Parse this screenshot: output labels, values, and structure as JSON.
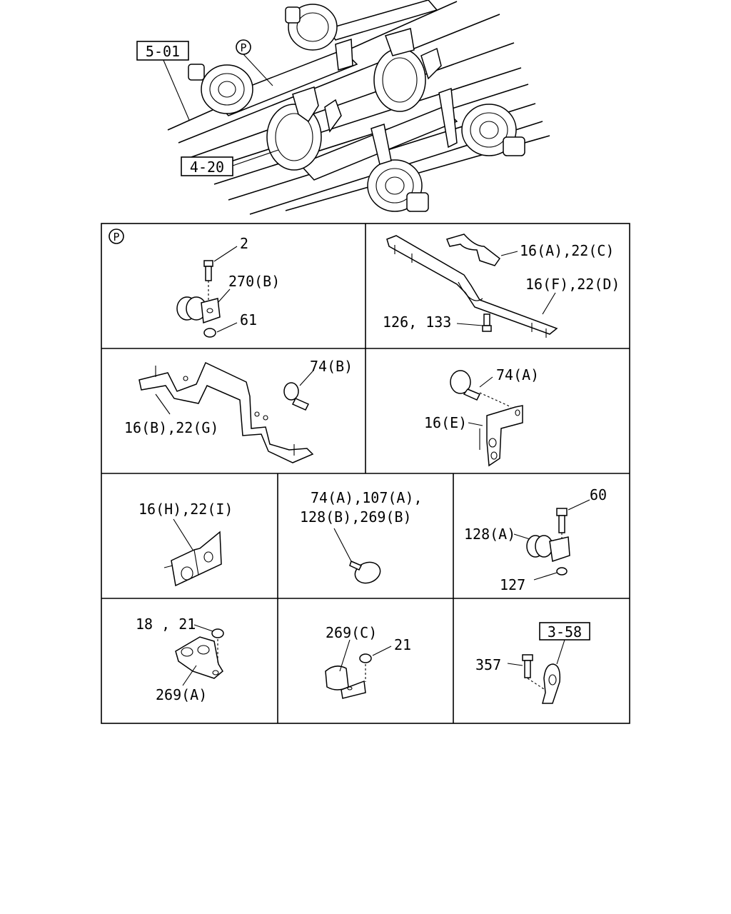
{
  "overview": {
    "refs": [
      "5-01",
      "4-20"
    ],
    "marker": "P"
  },
  "panels": [
    {
      "id": "p1",
      "marker": "P",
      "callouts": [
        "2",
        "270(B)",
        "61"
      ]
    },
    {
      "id": "p2",
      "callouts": [
        "16(A),22(C)",
        "16(F),22(D)",
        "126, 133"
      ]
    },
    {
      "id": "p3",
      "callouts": [
        "74(B)",
        "16(B),22(G)"
      ]
    },
    {
      "id": "p4",
      "callouts": [
        "74(A)",
        "16(E)"
      ]
    },
    {
      "id": "p5",
      "callouts": [
        "16(H),22(I)"
      ]
    },
    {
      "id": "p6",
      "callouts": [
        "74(A),107(A),",
        "128(B),269(B)"
      ]
    },
    {
      "id": "p7",
      "callouts": [
        "60",
        "128(A)",
        "127"
      ]
    },
    {
      "id": "p8",
      "callouts": [
        "18 , 21",
        "269(A)"
      ]
    },
    {
      "id": "p9",
      "callouts": [
        "269(C)",
        "21"
      ]
    },
    {
      "id": "p10",
      "ref": "3-58",
      "callouts": [
        "357"
      ]
    }
  ]
}
